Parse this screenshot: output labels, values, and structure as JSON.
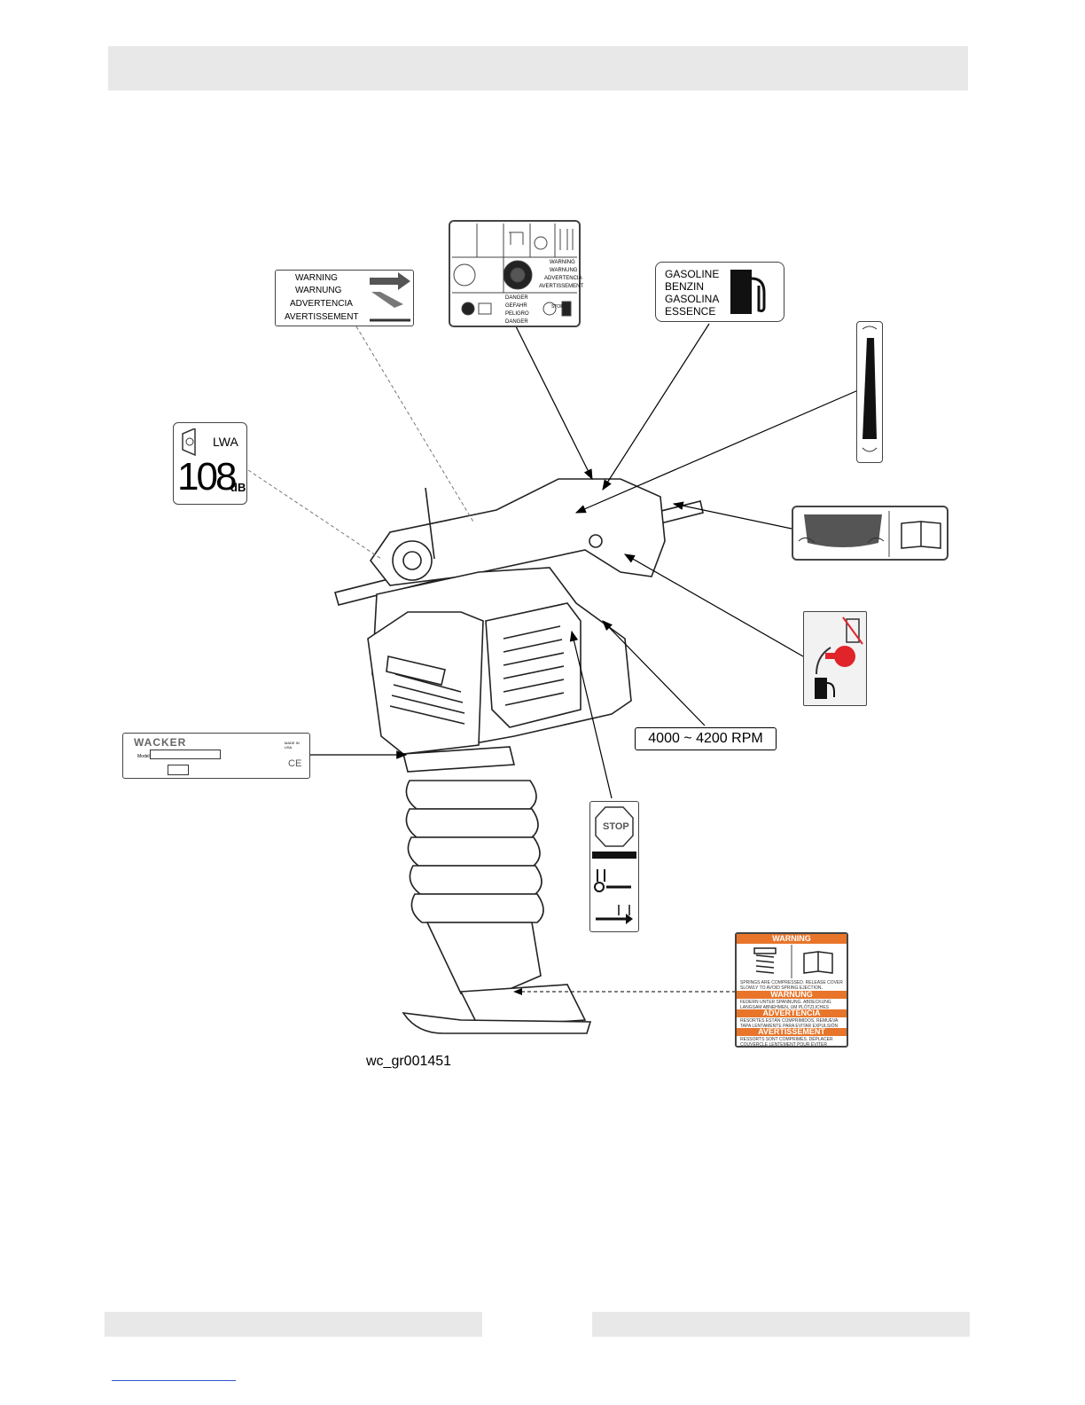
{
  "figure": {
    "caption": "wc_gr001451",
    "rpm_label": "4000 ~ 4200 RPM"
  },
  "decals": {
    "warning_multilang": [
      "WARNING",
      "WARNUNG",
      "ADVERTENCIA",
      "AVERTISSEMENT"
    ],
    "operation_panel": {
      "warnings": [
        "WARNING",
        "WARNUNG",
        "ADVERTENCIA",
        "AVERTISSEMENT"
      ],
      "dangers": [
        "DANGER",
        "GEFAHR",
        "PELIGRO",
        "DANGER"
      ],
      "stop": "STOP"
    },
    "fuel": [
      "GASOLINE",
      "BENZIN",
      "GASOLINA",
      "ESSENCE"
    ],
    "sound": {
      "lwa": "LWA",
      "value": "108",
      "unit": "dB"
    },
    "stop_decal": "STOP",
    "nameplate": {
      "brand": "WACKER",
      "model_label": "Model",
      "made_in": "MADE IN USA"
    },
    "spring_warning": {
      "headers": [
        "WARNING",
        "WARNUNG",
        "ADVERTENCIA",
        "AVERTISSEMENT"
      ],
      "texts": [
        "SPRINGS ARE COMPRESSED. RELEASE COVER SLOWLY TO AVOID SPRING EJECTION.",
        "FEDERN UNTER SPANNUNG. ABDECKUNG LANGSAM ABNEHMEN, UM PLÖTZLICHES ENTFERNEN ZU VERMEIDEN.",
        "RESORTES ESTÁN COMPRIMIDOS. REMUEVA TAPA LENTAMENTE PARA EVITAR EXPULSIÓN DE LOS RESORTES.",
        "RESSORTS SONT COMPRIMÉS. DÉPLACER COUVERCLE LENTEMENT POUR ÉVITER EJECTION DES RESSORTS."
      ]
    }
  },
  "colors": {
    "warning_orange": "#e8752a",
    "fuel_red": "#e0242a"
  }
}
